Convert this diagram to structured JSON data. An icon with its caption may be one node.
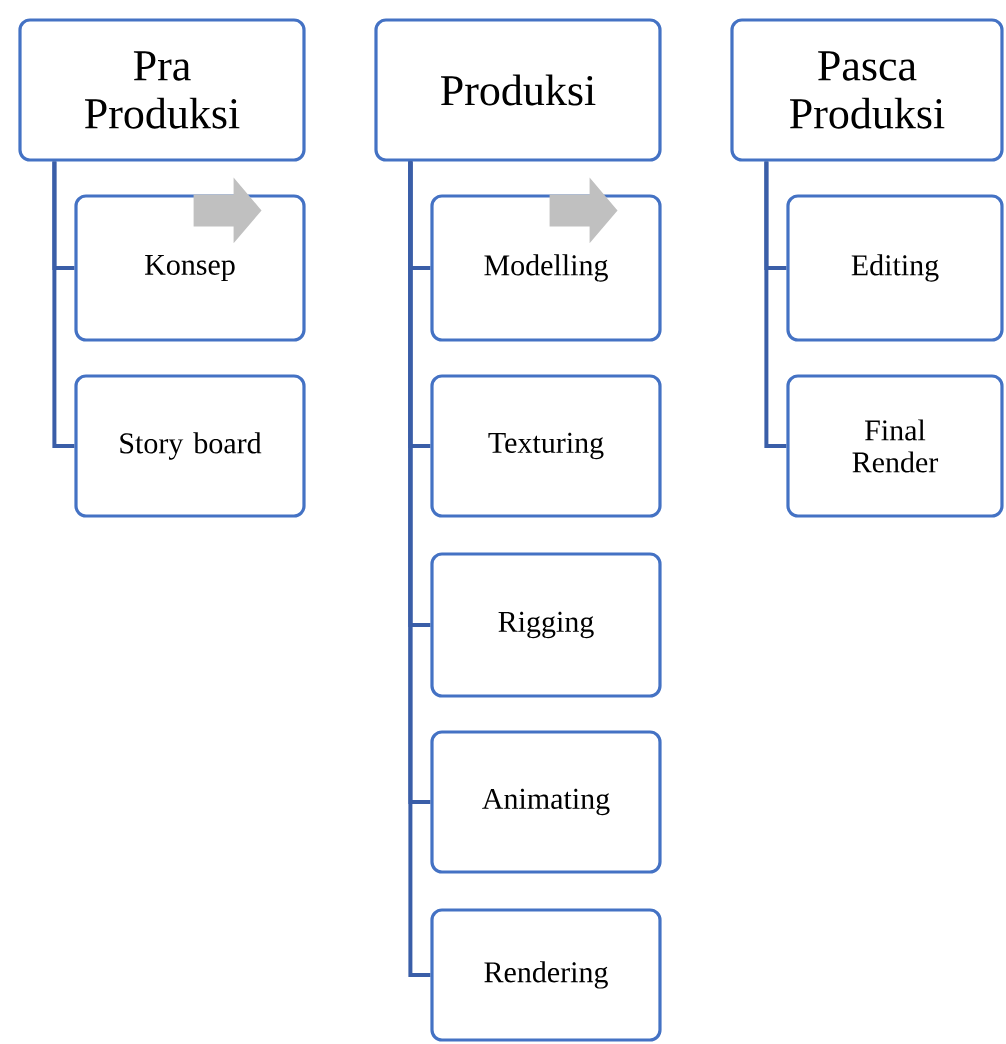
{
  "diagram": {
    "nodes": [
      {
        "text": [
          "Pra Produksi"
        ]
      },
      {
        "text": [
          "Konsep"
        ]
      },
      {
        "text": [
          "Story board"
        ]
      },
      {
        "text": [
          "Produksi"
        ]
      },
      {
        "text": [
          "Modelling"
        ]
      },
      {
        "text": [
          "Texturing"
        ]
      },
      {
        "text": [
          "Rigging"
        ]
      },
      {
        "text": [
          "Animating"
        ]
      },
      {
        "text": [
          "Rendering"
        ]
      },
      {
        "text": [
          "Pasca Produksi"
        ]
      },
      {
        "text": [
          "Editing"
        ]
      },
      {
        "text": [
          "Final Render"
        ]
      }
    ],
    "edges": [
      {
        "from": 0,
        "to": 1,
        "arrow": "none"
      },
      {
        "from": 0,
        "to": 2,
        "arrow": "none"
      },
      {
        "from": 3,
        "to": 4,
        "arrow": "none"
      },
      {
        "from": 3,
        "to": 5,
        "arrow": "none"
      },
      {
        "from": 3,
        "to": 6,
        "arrow": "none"
      },
      {
        "from": 3,
        "to": 7,
        "arrow": "none"
      },
      {
        "from": 3,
        "to": 8,
        "arrow": "none"
      },
      {
        "from": 9,
        "to": 10,
        "arrow": "none"
      },
      {
        "from": 9,
        "to": 11,
        "arrow": "none"
      },
      {
        "from": 1,
        "to": null,
        "arrow": "to",
        "style": "thick",
        "color": "#c0c0c0"
      },
      {
        "from": 4,
        "to": null,
        "arrow": "to",
        "style": "thick",
        "color": "#c0c0c0"
      }
    ]
  }
}
